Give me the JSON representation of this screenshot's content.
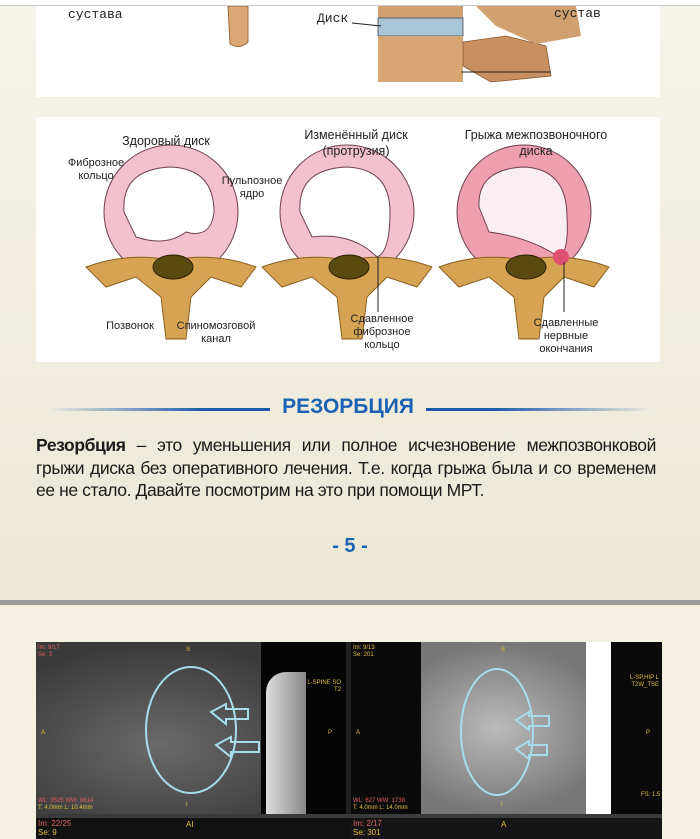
{
  "top_figure": {
    "label_left": "сустава",
    "label_disc": "Диск",
    "label_right": "сустав"
  },
  "disc_figure": {
    "panels": [
      {
        "title": "Здоровый диск",
        "labels": [
          "Фиброзное кольцо",
          "Пульпозное ядро",
          "Позвонок",
          "Спиномозговой канал"
        ]
      },
      {
        "title": "Изменённый диск (протрузия)",
        "labels": [
          "Сдавленное фиброзное кольцо"
        ]
      },
      {
        "title": "Грыжа межпозвоночного диска",
        "labels": [
          "Сдавленные нервные окончания"
        ]
      }
    ]
  },
  "section": {
    "heading": "РЕЗОРБЦИЯ",
    "term": "Резорбция",
    "body": " – это уменьшения или полное исчезновение межпозвонковой грыжи диска без оперативного лечения. Т.е. когда грыжа была и со временем ее не стало. Давайте посмотрим на это при помощи МРТ.",
    "page_number": "- 5 -"
  },
  "mri": {
    "left": {
      "im": "Im: 9/17",
      "se": "Se: 3",
      "series": "L-SPINE SO T2",
      "wl": "WL: 3525 WW: 8614",
      "t": "T: 4.0mm L: 10.4mm",
      "a": "A",
      "p": "P",
      "s": "S",
      "i": "I"
    },
    "right": {
      "im": "Im: 9/13",
      "se": "Se: 201",
      "series": "L-SP,HIP L T2W_TSE",
      "wl": "WL: 627 WW: 1738",
      "t": "T: 4.0mm L: 14.0mm",
      "fs": "FS: 1.5",
      "a": "A",
      "p": "P",
      "s": "S",
      "i": "I"
    },
    "bottom_left": {
      "im": "Im: 22/25",
      "se": "Se: 9",
      "a": "AI"
    },
    "bottom_right": {
      "im": "Im: 2/17",
      "se": "Se: 301",
      "a": "A"
    }
  },
  "colors": {
    "accent": "#1c62b4",
    "annotation": "#a8dcea"
  }
}
